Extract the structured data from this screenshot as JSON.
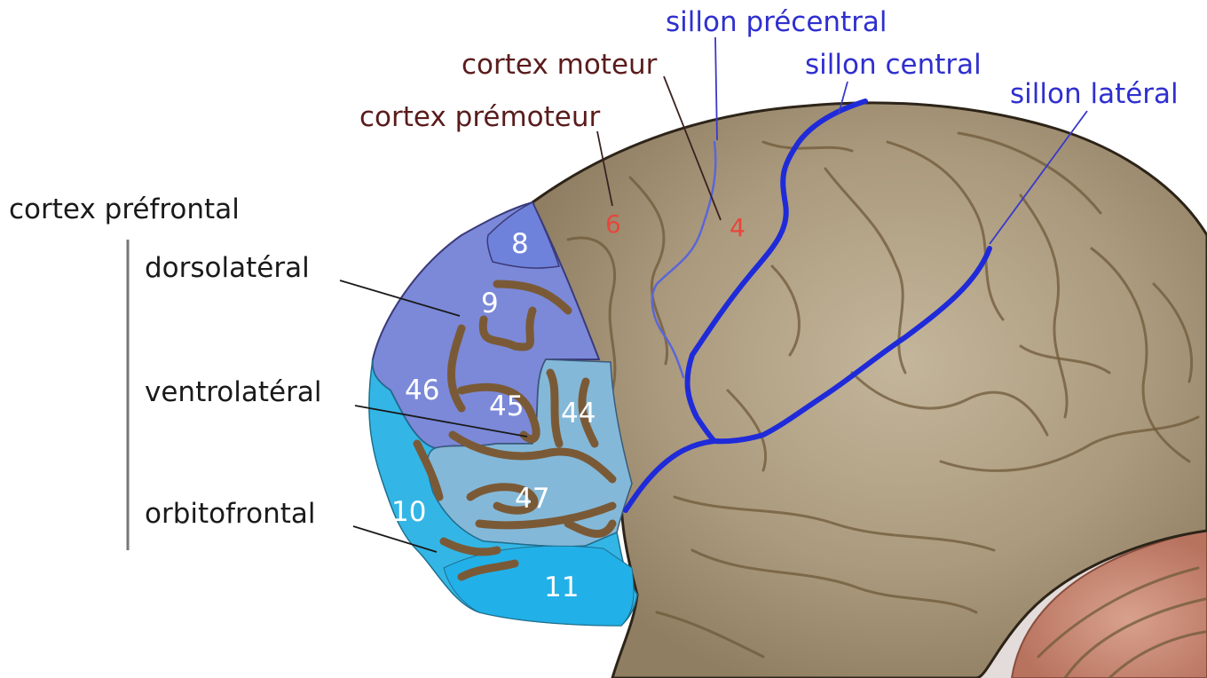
{
  "labels": {
    "sillon_precentral": "sillon précentral",
    "cortex_moteur": "cortex moteur",
    "sillon_central": "sillon central",
    "sillon_lateral": "sillon latéral",
    "cortex_premoteur": "cortex prémoteur",
    "cortex_prefrontal": "cortex préfrontal",
    "dorsolateral": "dorsolatéral",
    "ventrolateral": "ventrolatéral",
    "orbitofrontal": "orbitofrontal"
  },
  "areas": {
    "a8": "8",
    "a9": "9",
    "a46": "46",
    "a45": "45",
    "a44": "44",
    "a47": "47",
    "a10": "10",
    "a11": "11",
    "a6": "6",
    "a4": "4"
  },
  "colors": {
    "brain": "#a8967a",
    "dorsolateral_region": "#7b89d8",
    "ventrolateral_region": "#84b8d8",
    "orbitofrontal_region": "#33b6e6",
    "sulcus_blue": "#1f2bd9",
    "label_blue": "#2f2fcf",
    "label_maroon": "#5a1c1c",
    "area_red": "#e8453c",
    "cerebellum": "#c98a75"
  }
}
